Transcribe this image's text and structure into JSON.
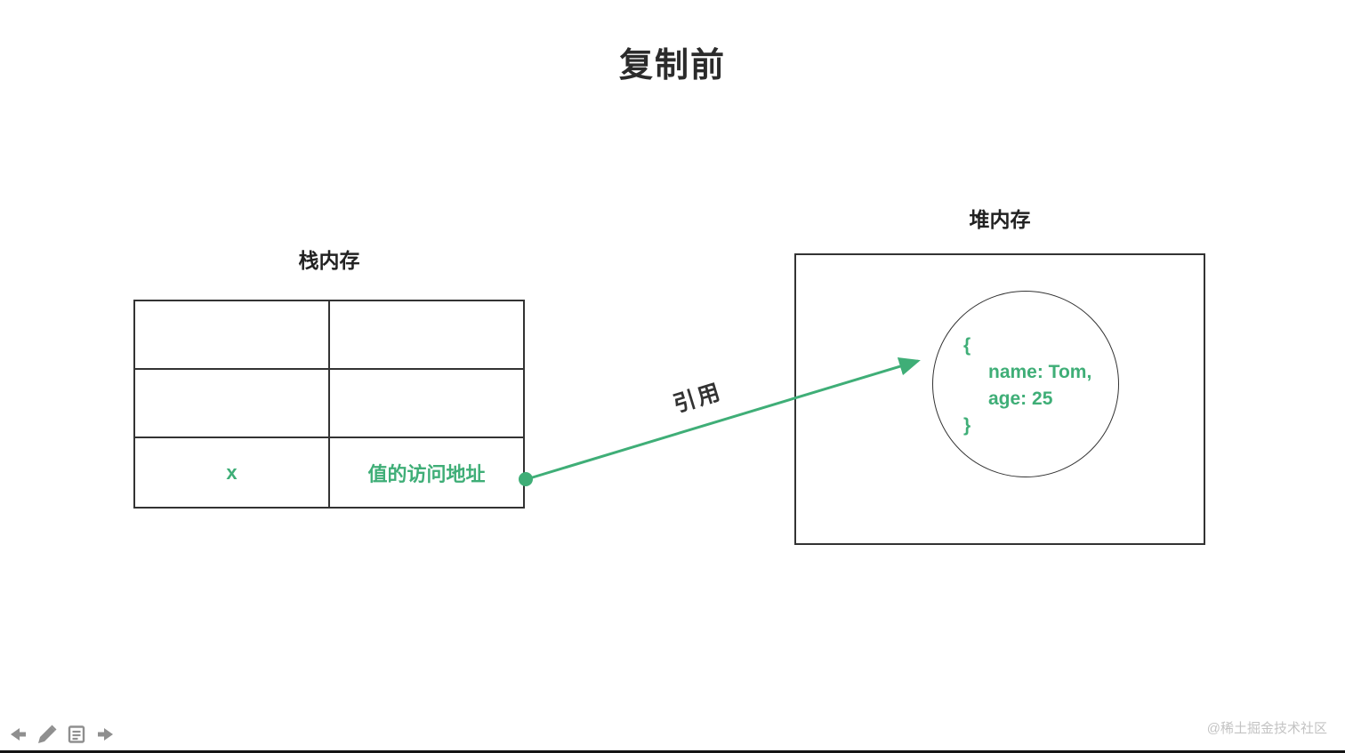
{
  "title": "复制前",
  "stack": {
    "label": "栈内存",
    "columns": 2,
    "rows": [
      {
        "name": "",
        "value": ""
      },
      {
        "name": "",
        "value": ""
      },
      {
        "name": "x",
        "value": "值的访问地址"
      }
    ]
  },
  "heap": {
    "label": "堆内存",
    "object_lines": [
      "{",
      "name: Tom,",
      "age: 25",
      "}"
    ]
  },
  "arrow": {
    "label": "引用",
    "from": "stack row x value cell",
    "to": "heap object circle"
  },
  "toolbar": {
    "icons": [
      "back-arrow",
      "pencil",
      "document",
      "forward-arrow"
    ]
  },
  "footer": {
    "watermark": "@稀土掘金技术社区"
  },
  "colors": {
    "accent_green": "#3fae77",
    "text_dark": "#2b2b2b",
    "border_dark": "#333333",
    "icon_gray": "#8f8f8f",
    "watermark_gray": "#c3c3c3"
  }
}
